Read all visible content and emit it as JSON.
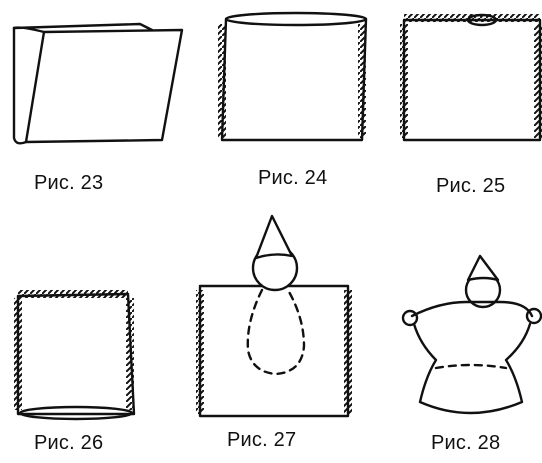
{
  "captions": {
    "fig23": "Рис. 23",
    "fig24": "Рис. 24",
    "fig25": "Рис. 25",
    "fig26": "Рис. 26",
    "fig27": "Рис. 27",
    "fig28": "Рис. 28"
  },
  "colors": {
    "ink": "#111111",
    "paper": "#ffffff"
  }
}
